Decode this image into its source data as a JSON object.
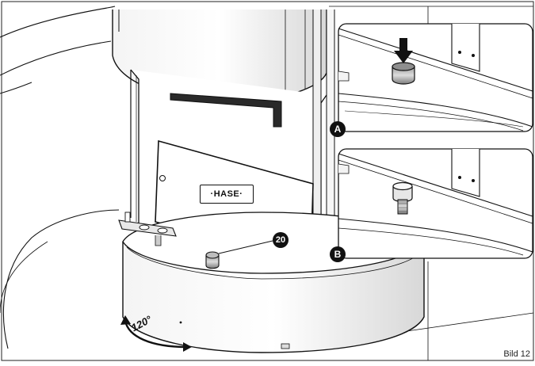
{
  "figure_label": "Bild 12",
  "rotation_label": "120°",
  "callouts": {
    "a": "A",
    "b": "B",
    "part": "20"
  },
  "logo_text": "·HASE·",
  "colors": {
    "line": "#111111",
    "fill_light": "#ffffff",
    "shade": "#d9d9d9",
    "shade_dark": "#8a8a8a"
  }
}
